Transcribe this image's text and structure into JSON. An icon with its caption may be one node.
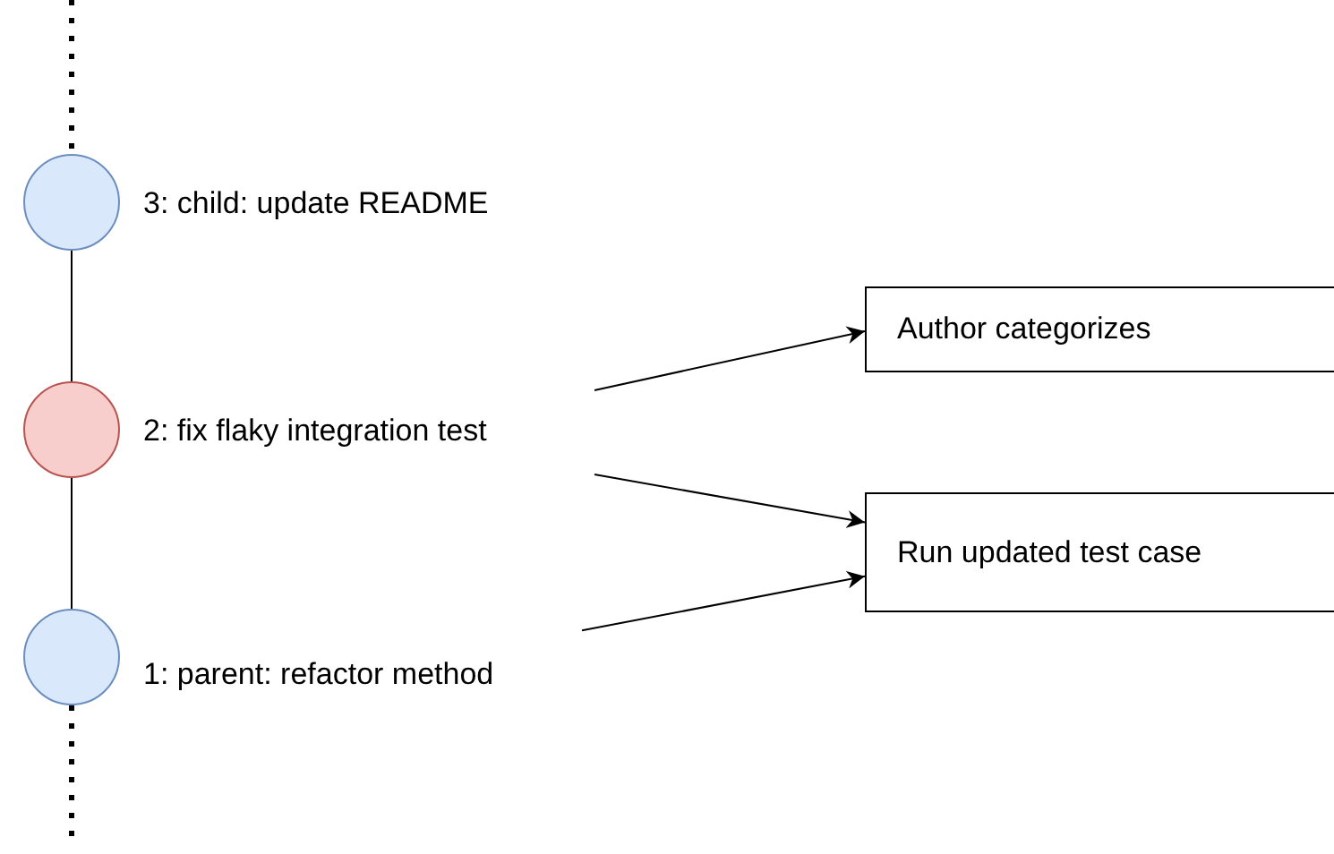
{
  "diagram": {
    "nodes": [
      {
        "text": [],
        "shape": "circle"
      },
      {
        "text": [
          "3: child: update README"
        ]
      },
      {
        "text": [],
        "shape": "circle"
      },
      {
        "text": [
          "2: fix flaky integration test"
        ]
      },
      {
        "text": [],
        "shape": "circle"
      },
      {
        "text": [
          "1: parent: refactor method"
        ]
      },
      {
        "text": [
          "Author categorizes"
        ]
      },
      {
        "text": [
          "Run updated test case"
        ]
      }
    ],
    "edges": [
      {
        "from": null,
        "to": 0,
        "arrow": "none",
        "style": "dashed"
      },
      {
        "from": 0,
        "to": 2,
        "arrow": "none"
      },
      {
        "from": 2,
        "to": 4,
        "arrow": "none"
      },
      {
        "from": 4,
        "to": null,
        "arrow": "none",
        "style": "dashed"
      },
      {
        "from": 3,
        "to": 6,
        "arrow": "to"
      },
      {
        "from": 3,
        "to": 7,
        "arrow": "to"
      },
      {
        "from": 5,
        "to": 7,
        "arrow": "to"
      }
    ]
  }
}
